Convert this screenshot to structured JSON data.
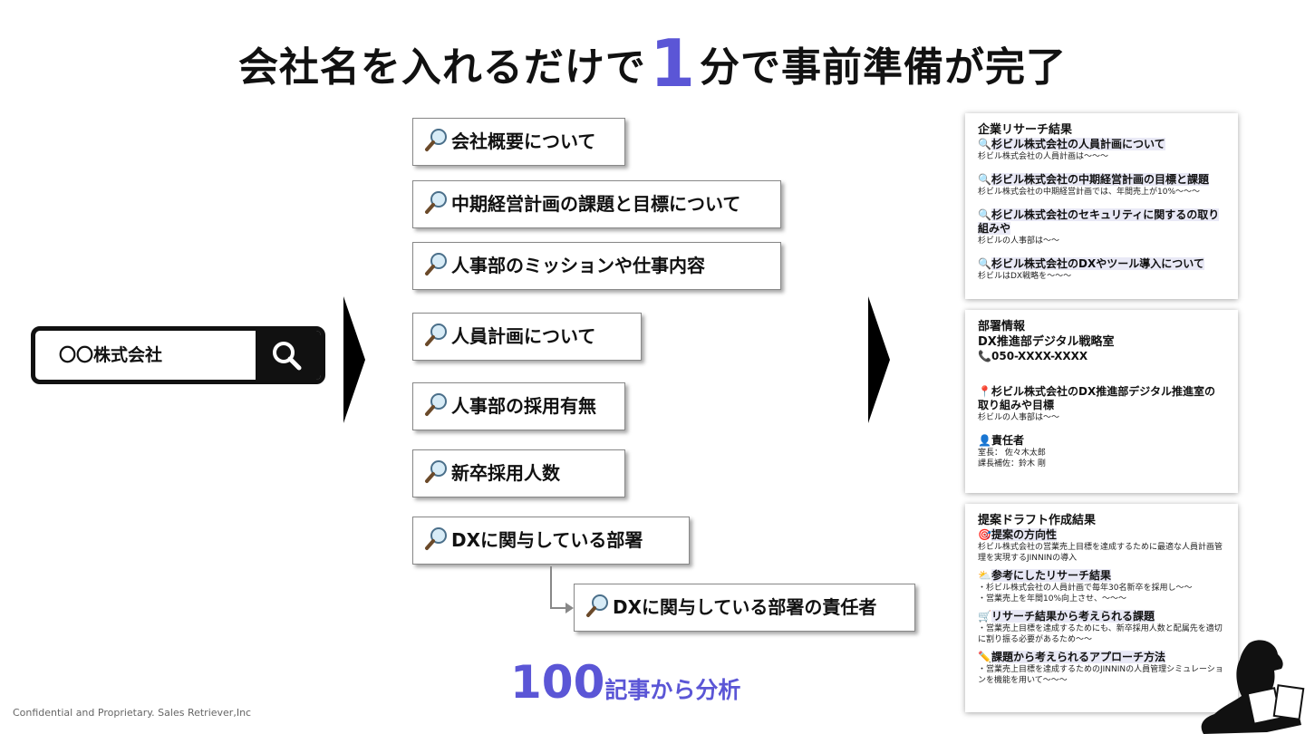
{
  "title": {
    "pre": "会社名を入れるだけで",
    "highlight": "1",
    "post": "分で事前準備が完了"
  },
  "search": {
    "value": "〇〇株式会社",
    "icon": "search-icon"
  },
  "topics": [
    "会社概要について",
    "中期経営計画の課題と目標について",
    "人事部のミッションや仕事内容",
    "人員計画について",
    "人事部の採用有無",
    "新卒採用人数",
    "DXに関与している部署",
    "DXに関与している部署の責任者"
  ],
  "articles": {
    "number": "100",
    "label": "記事から分析"
  },
  "research": {
    "heading": "企業リサーチ結果",
    "items": [
      {
        "title": "杉ビル株式会社の人員計画について",
        "text": "杉ビル株式会社の人員計画は〜〜〜"
      },
      {
        "title": "杉ビル株式会社の中期経営計画の目標と課題",
        "text": "杉ビル株式会社の中期経営計画では、年間売上が10%〜〜〜"
      },
      {
        "title": "杉ビル株式会社のセキュリティに関するの取り組みや",
        "text": "杉ビルの人事部は〜〜"
      },
      {
        "title": "杉ビル株式会社のDXやツール導入について",
        "text": "杉ビルはDX戦略を〜〜〜"
      }
    ]
  },
  "department": {
    "heading": "部署情報",
    "name": "DX推進部デジタル戦略室",
    "phone": "050-XXXX-XXXX",
    "initiative_title": "杉ビル株式会社のDX推進部デジタル推進室の取り組みや目標",
    "initiative_text": "杉ビルの人事部は〜〜",
    "manager_heading": "責任者",
    "manager_lines": [
      "室長： 佐々木太郎",
      "課長補佐：鈴木 剛"
    ]
  },
  "proposal": {
    "heading": "提案ドラフト作成結果",
    "direction_title": "提案の方向性",
    "direction_text": "杉ビル株式会社の営業売上目標を達成するために最適な人員計画管理を実現するJINNINの導入",
    "reference_title": "参考にしたリサーチ結果",
    "reference_lines": [
      "・杉ビル株式会社の人員計画で毎年30名新卒を採用し〜〜",
      "・営業売上を年間10%向上させ、〜〜〜"
    ],
    "issues_title": "リサーチ結果から考えられる課題",
    "issues_text": "・営業売上目標を達成するためにも、新卒採用人数と配属先を適切に割り振る必要があるため〜〜",
    "approach_title": "課題から考えられるアプローチ方法",
    "approach_text": "・営業売上目標を達成するためのJINNINの人員管理シミュレーションを機能を用いて〜〜〜"
  },
  "footer": "Confidential and Proprietary. Sales Retriever,Inc",
  "colors": {
    "accent": "#5b56d6",
    "text": "#111111"
  }
}
